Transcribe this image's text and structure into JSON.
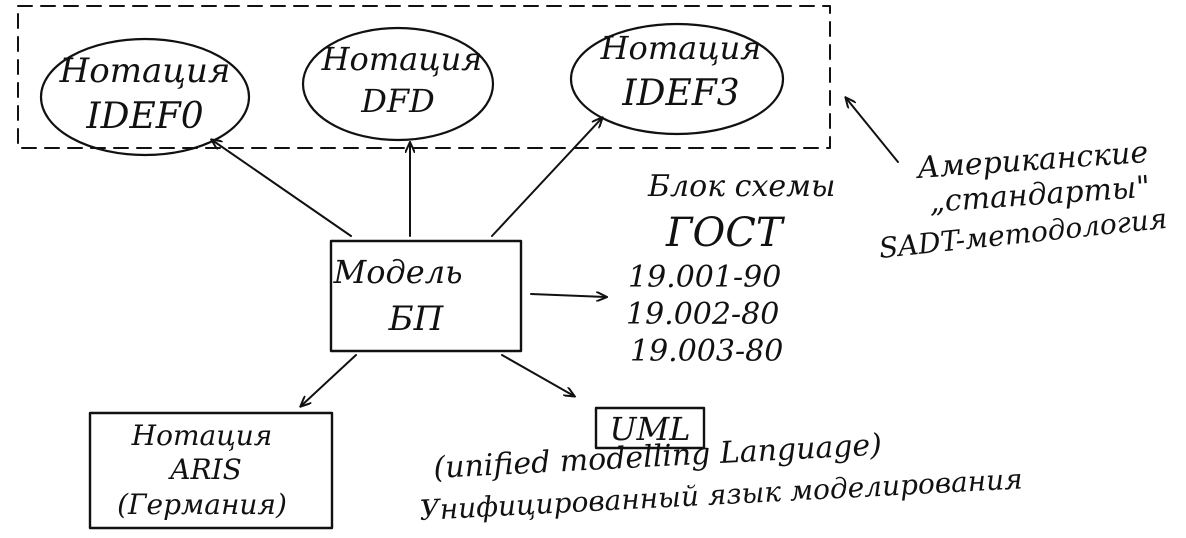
{
  "colors": {
    "ink": "#111111",
    "background": "#ffffff"
  },
  "american_group": {
    "notation_idef0": {
      "line1": "Нотация",
      "line2": "IDEF0"
    },
    "notation_dfd": {
      "line1": "Нотация",
      "line2": "DFD"
    },
    "notation_idef3": {
      "line1": "Нотация",
      "line2": "IDEF3"
    },
    "annotation": {
      "line1": "Американские",
      "line2": "„стандарты\"",
      "line3": "SADT-методология"
    }
  },
  "model_bp": {
    "line1": "Модель",
    "line2": "БП"
  },
  "flowchart_gost": {
    "line1": "Блок схемы",
    "line2": "ГОСТ",
    "codes": [
      "19.001-90",
      "19.002-80",
      "19.003-80"
    ]
  },
  "notation_aris": {
    "line1": "Нотация",
    "line2": "ARIS",
    "line3": "(Германия)"
  },
  "uml": {
    "label": "UML",
    "line1": "(unified modelling Language)",
    "line2": "Унифицированный язык моделирования"
  }
}
